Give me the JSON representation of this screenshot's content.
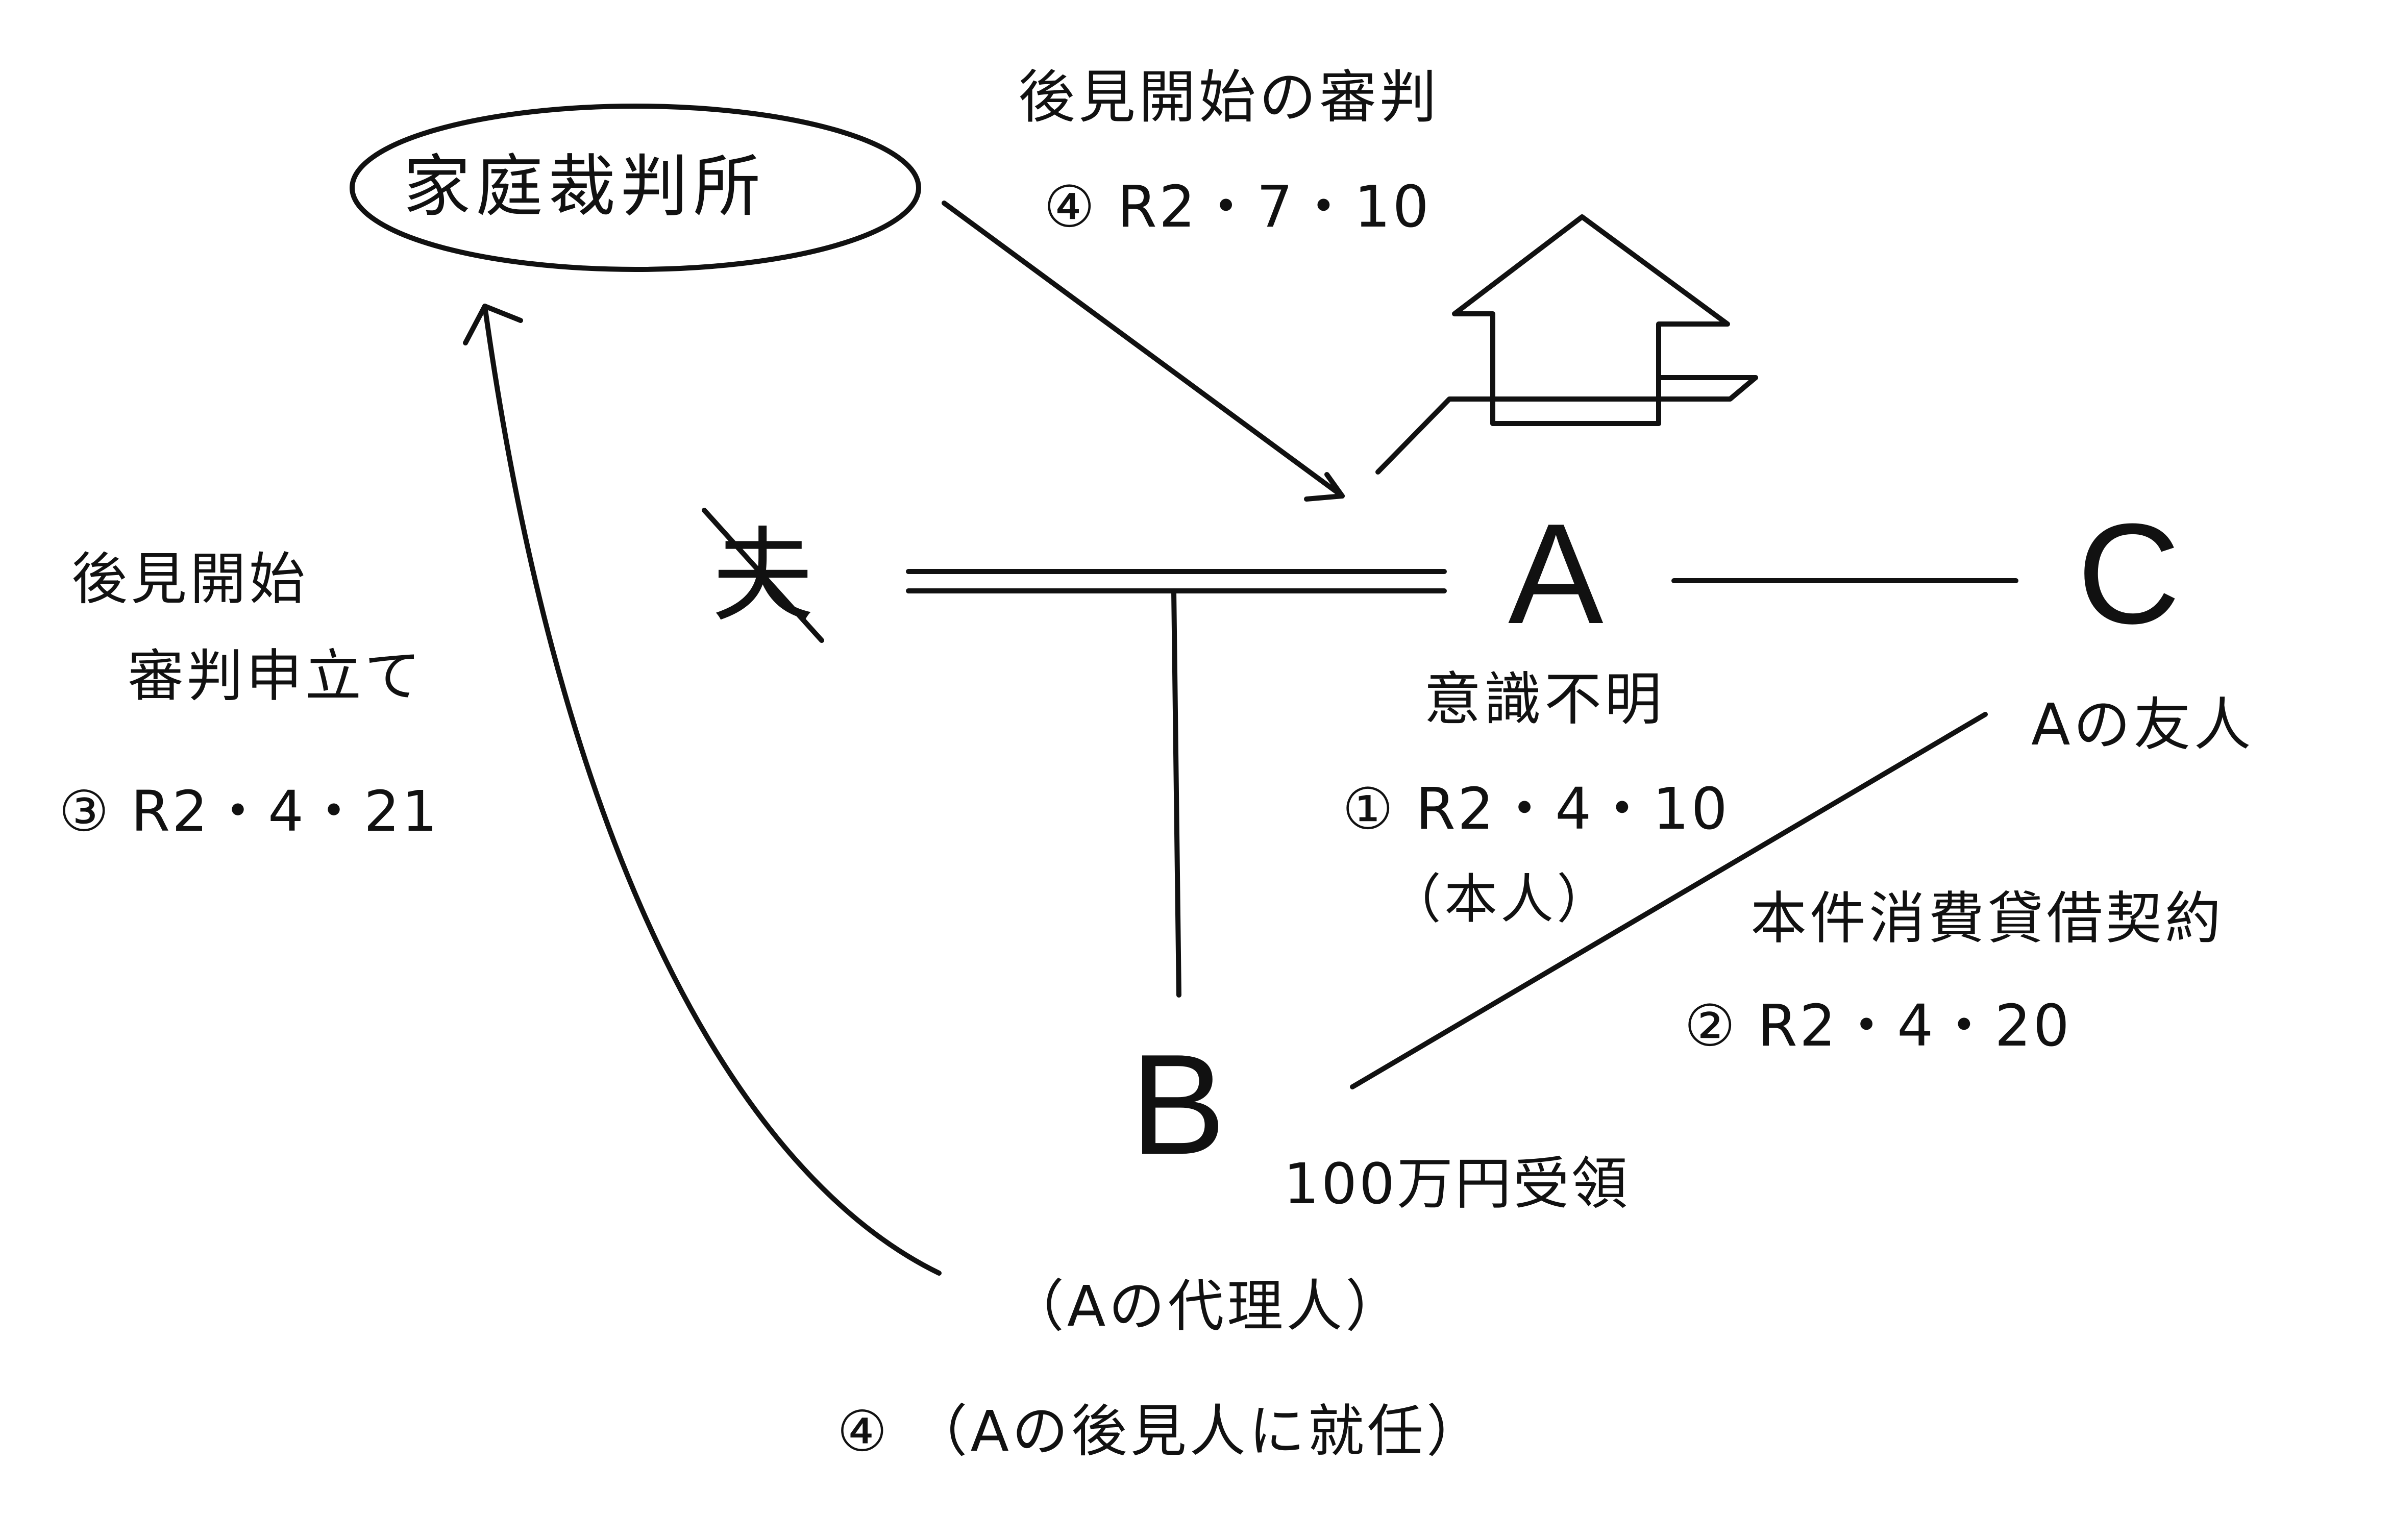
{
  "court": {
    "name": "家庭裁判所"
  },
  "ruling": {
    "title": "後見開始の審判",
    "date": "④ R2・7・10"
  },
  "petition": {
    "line1": "後見開始",
    "line2": "審判申立て",
    "date": "③ R2・4・21"
  },
  "deceased": {
    "label": "夫"
  },
  "person_a": {
    "label": "A",
    "state": "意識不明",
    "date": "① R2・4・10",
    "note": "（本人）"
  },
  "person_b": {
    "label": "B",
    "received": "100万円受領",
    "role": "（Aの代理人）",
    "appointment": "④ （Aの後見人に就任）"
  },
  "person_c": {
    "label": "C",
    "relation": "Aの友人"
  },
  "contract": {
    "name": "本件消費貸借契約",
    "date": "② R2・4・20"
  },
  "icons": {
    "house": "house-icon"
  },
  "colors": {
    "ink": "#111111",
    "paper": "#ffffff"
  }
}
